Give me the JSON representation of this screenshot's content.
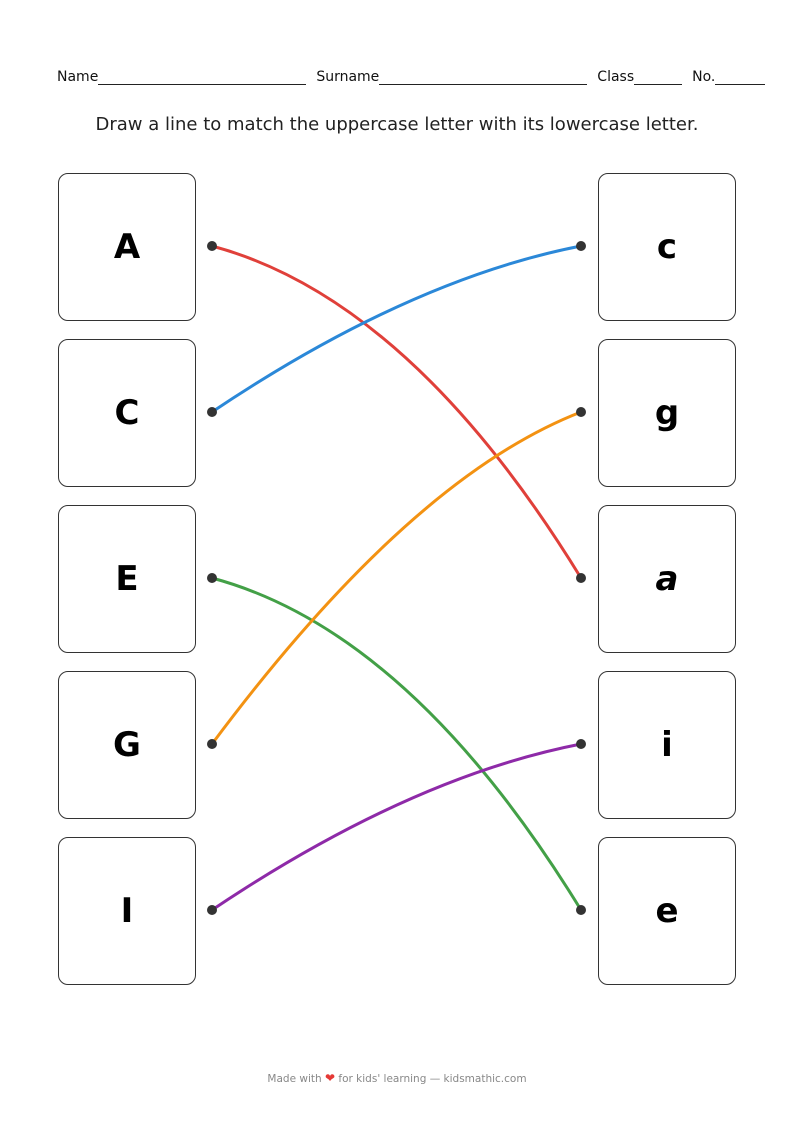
{
  "header": {
    "name_label": "Name",
    "surname_label": "Surname",
    "class_label": "Class",
    "no_label": "No."
  },
  "instruction": "Draw a line to match the uppercase letter with its lowercase letter.",
  "left_letters": [
    "A",
    "C",
    "E",
    "G",
    "I"
  ],
  "right_letters": [
    "c",
    "g",
    "a",
    "i",
    "e"
  ],
  "matches": [
    {
      "from": 0,
      "to": 2,
      "color": "#e0403a"
    },
    {
      "from": 1,
      "to": 0,
      "color": "#2b88d8"
    },
    {
      "from": 2,
      "to": 4,
      "color": "#43a047"
    },
    {
      "from": 3,
      "to": 1,
      "color": "#f39212"
    },
    {
      "from": 4,
      "to": 3,
      "color": "#8e2aa8"
    }
  ],
  "footer": {
    "prefix": "Made with",
    "heart_icon": "heart-icon",
    "suffix": "for kids' learning — kidsmathic.com"
  }
}
